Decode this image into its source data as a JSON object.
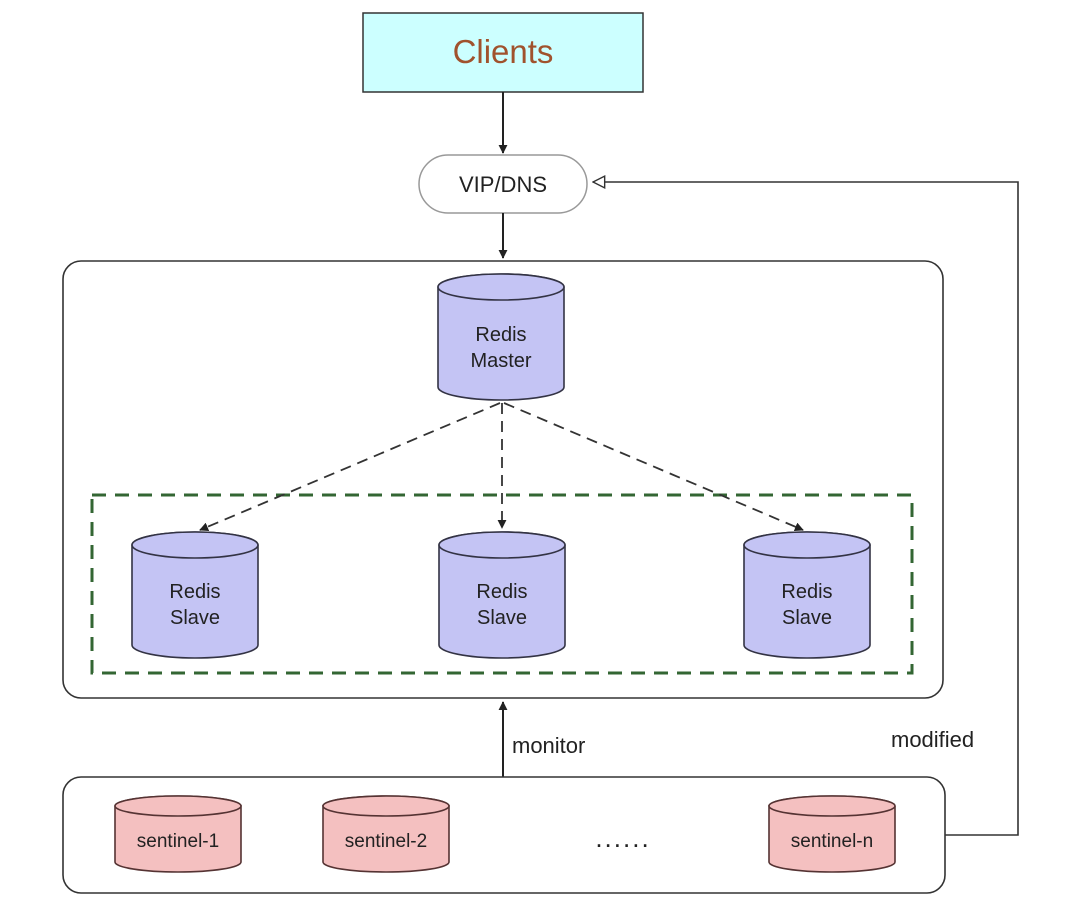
{
  "clients": {
    "label": "Clients"
  },
  "vip": {
    "label": "VIP/DNS"
  },
  "master": {
    "line1": "Redis",
    "line2": "Master"
  },
  "slaves": [
    {
      "line1": "Redis",
      "line2": "Slave"
    },
    {
      "line1": "Redis",
      "line2": "Slave"
    },
    {
      "line1": "Redis",
      "line2": "Slave"
    }
  ],
  "sentinels": [
    {
      "label": "sentinel-1"
    },
    {
      "label": "sentinel-2"
    },
    {
      "label": "sentinel-n"
    }
  ],
  "ellipsis": "......",
  "edges": {
    "monitor": "monitor",
    "modified": "modified"
  },
  "colors": {
    "clients_fill": "#ccffff",
    "clients_text": "#a0522d",
    "redis_fill": "#c4c4f4",
    "redis_stroke": "#333344",
    "sentinel_fill": "#f4c0c0",
    "sentinel_stroke": "#553333",
    "slave_group_border": "#336633"
  }
}
